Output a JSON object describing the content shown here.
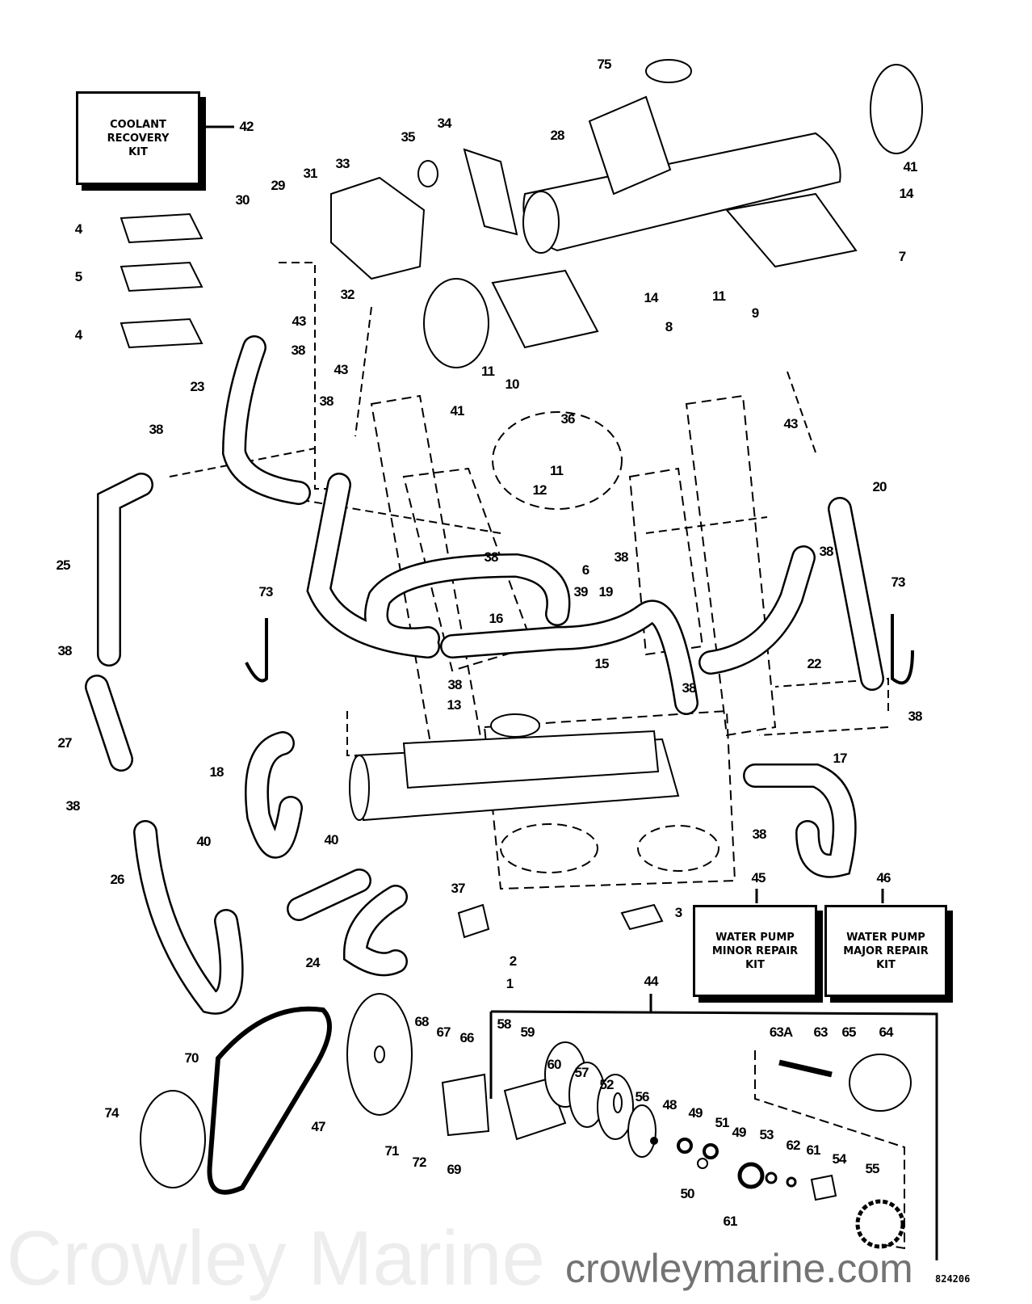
{
  "kits": {
    "coolant_recovery": [
      "COOLANT",
      "RECOVERY",
      "KIT"
    ],
    "water_pump_minor": [
      "WATER PUMP",
      "MINOR REPAIR",
      "KIT"
    ],
    "water_pump_major": [
      "WATER PUMP",
      "MAJOR REPAIR",
      "KIT"
    ]
  },
  "callouts": [
    "75",
    "42",
    "28",
    "34",
    "35",
    "33",
    "31",
    "29",
    "30",
    "41",
    "14",
    "4",
    "5",
    "4",
    "7",
    "32",
    "43",
    "38",
    "14",
    "11",
    "9",
    "8",
    "11",
    "10",
    "41",
    "23",
    "43",
    "38",
    "36",
    "38",
    "11",
    "12",
    "43",
    "20",
    "38",
    "6",
    "38",
    "38",
    "25",
    "73",
    "73",
    "16",
    "39",
    "19",
    "22",
    "15",
    "38",
    "38",
    "38",
    "38",
    "13",
    "27",
    "18",
    "17",
    "38",
    "40",
    "40",
    "38",
    "26",
    "45",
    "46",
    "37",
    "3",
    "24",
    "2",
    "1",
    "44",
    "68",
    "67",
    "66",
    "58",
    "59",
    "60",
    "57",
    "52",
    "70",
    "63A",
    "63",
    "65",
    "64",
    "56",
    "48",
    "49",
    "51",
    "49",
    "53",
    "62",
    "61",
    "54",
    "55",
    "74",
    "47",
    "71",
    "72",
    "69",
    "50",
    "61"
  ],
  "figure_number": "824206",
  "watermark": {
    "url": "crowleymarine.com",
    "faint": "Crowley Marine"
  }
}
